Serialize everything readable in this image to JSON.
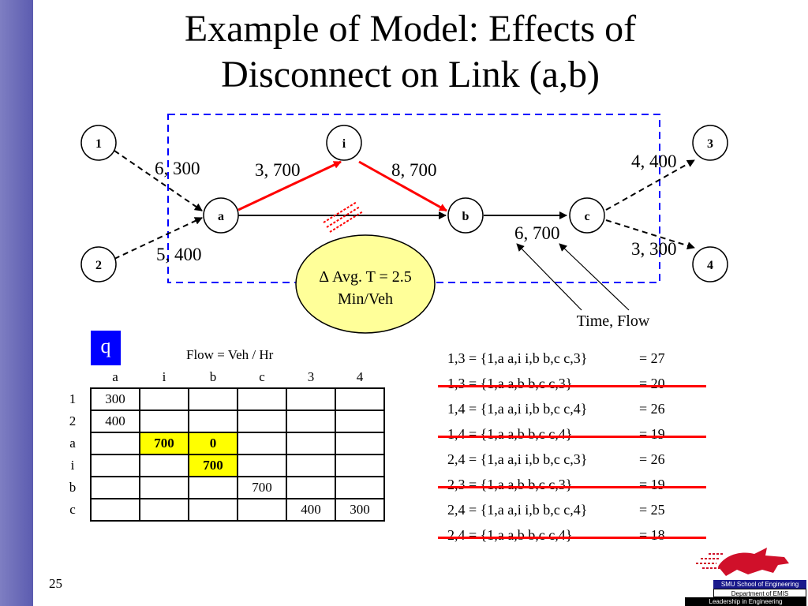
{
  "slide": {
    "title_line1": "Example of Model:  Effects of",
    "title_line2": "Disconnect on Link (a,b)",
    "number": "25"
  },
  "diagram": {
    "nodes": [
      {
        "id": "1",
        "label": "1"
      },
      {
        "id": "2",
        "label": "2"
      },
      {
        "id": "i",
        "label": "i"
      },
      {
        "id": "a",
        "label": "a"
      },
      {
        "id": "b",
        "label": "b"
      },
      {
        "id": "c",
        "label": "c"
      },
      {
        "id": "3",
        "label": "3"
      },
      {
        "id": "4",
        "label": "4"
      }
    ],
    "link_labels": {
      "one_a": "6, 300",
      "two_a": "5, 400",
      "a_i": "3, 700",
      "i_b": "8, 700",
      "b_c": "6, 700",
      "c_3": "4, 400",
      "c_4": "3, 300"
    },
    "callout_line1": "Δ Avg. T = 2.5",
    "callout_line2": "Min/Veh",
    "time_flow_label": "Time, Flow",
    "colors": {
      "rerouted_link": "#ff0000",
      "boundary": "#0000ff",
      "callout_fill": "#ffff99",
      "sidebar": "#6a6ab8"
    }
  },
  "matrix": {
    "badge": "q",
    "caption": "Flow = Veh / Hr",
    "col_headers": [
      "a",
      "i",
      "b",
      "c",
      "3",
      "4"
    ],
    "rows": [
      {
        "label": "1",
        "cells": [
          "300",
          "",
          "",
          "",
          "",
          ""
        ]
      },
      {
        "label": "2",
        "cells": [
          "400",
          "",
          "",
          "",
          "",
          ""
        ]
      },
      {
        "label": "a",
        "cells": [
          "",
          "700",
          "0",
          "",
          "",
          ""
        ]
      },
      {
        "label": "i",
        "cells": [
          "",
          "",
          "700",
          "",
          "",
          ""
        ]
      },
      {
        "label": "b",
        "cells": [
          "",
          "",
          "",
          "700",
          "",
          ""
        ]
      },
      {
        "label": "c",
        "cells": [
          "",
          "",
          "",
          "",
          "400",
          "300"
        ]
      }
    ],
    "highlighted": [
      "a.i",
      "a.b",
      "i.b"
    ]
  },
  "paths": [
    {
      "route": "1,3 = {1,a a,i i,b b,c c,3}",
      "value": "= 27",
      "struck": false
    },
    {
      "route": "1,3 = {1,a a,b b,c c,3}",
      "value": "= 20",
      "struck": true
    },
    {
      "route": "1,4 = {1,a a,i i,b b,c c,4}",
      "value": "= 26",
      "struck": false
    },
    {
      "route": "1,4 = {1,a a,b b,c c,4}",
      "value": "= 19",
      "struck": true
    },
    {
      "route": "2,4 = {1,a a,i i,b b,c c,3}",
      "value": "= 26",
      "struck": false
    },
    {
      "route": "2,3 = {1,a a,b b,c c,3}",
      "value": "= 19",
      "struck": true
    },
    {
      "route": "2,4 = {1,a a,i i,b b,c c,4}",
      "value": "= 25",
      "struck": false
    },
    {
      "route": "2,4 = {1,a a,b b,c c,4}",
      "value": "= 18",
      "struck": true
    }
  ],
  "logo": {
    "line1": "SMU School of Engineering",
    "line2": "Department of EMIS",
    "line3": "Leadership in Engineering"
  }
}
